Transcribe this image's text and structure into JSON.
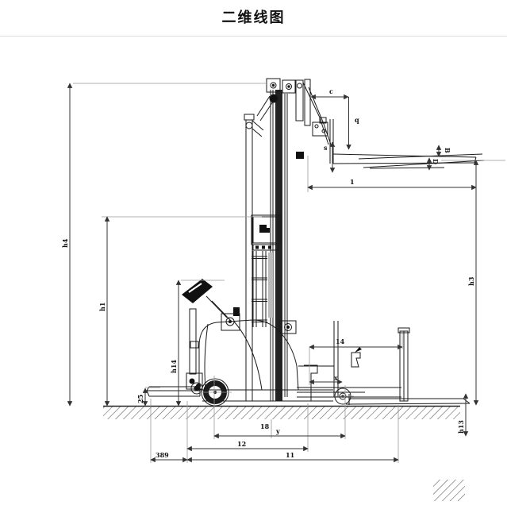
{
  "title": "二维线图",
  "labels": {
    "c": "c",
    "q": "q",
    "s": "s",
    "l": "1",
    "fork_b": "B",
    "fork_d": "D",
    "h4": "h4",
    "h1": "h1",
    "h14": "h14",
    "h3": "h3",
    "h13": "h13",
    "leg_height": "25",
    "l8": "18",
    "y": "y",
    "x": "x",
    "l4": "14",
    "l2": "12",
    "l1": "11",
    "rear_overhang": "389"
  }
}
